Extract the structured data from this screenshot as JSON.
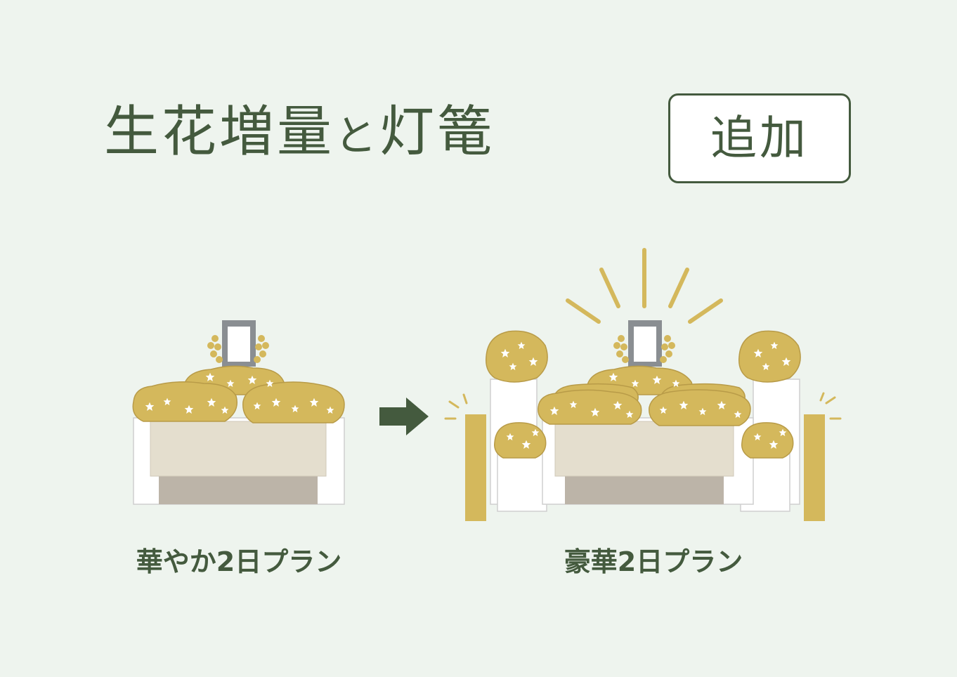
{
  "title": {
    "part1": "生花増量",
    "connector": "と",
    "part2": "灯篭"
  },
  "badge": "追加",
  "plans": {
    "left": "華やか2日プラン",
    "right": "豪華2日プラン"
  },
  "colors": {
    "background": "#eef4ee",
    "text_green": "#445a3e",
    "flower_gold": "#d4b85c",
    "altar_beige": "#e4dece",
    "altar_base": "#bcb4a8"
  }
}
